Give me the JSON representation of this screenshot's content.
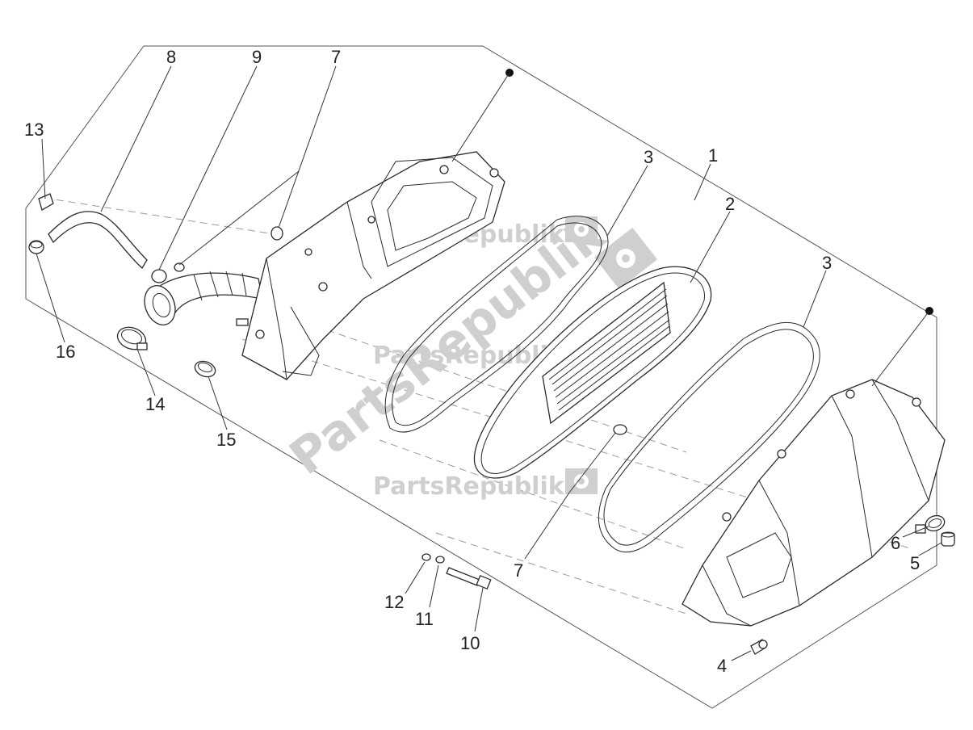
{
  "watermark": {
    "brand": "PartsRepublik",
    "diagonal": "PartsRepublik",
    "color": "#cfcfcf"
  },
  "callouts": [
    "8",
    "9",
    "7",
    "13",
    "16",
    "14",
    "15",
    "3",
    "1",
    "2",
    "3",
    "7",
    "6",
    "5",
    "12",
    "11",
    "10",
    "4"
  ],
  "colors": {
    "line": "#333333",
    "watermark": "#cfcfcf",
    "background": "#ffffff"
  }
}
